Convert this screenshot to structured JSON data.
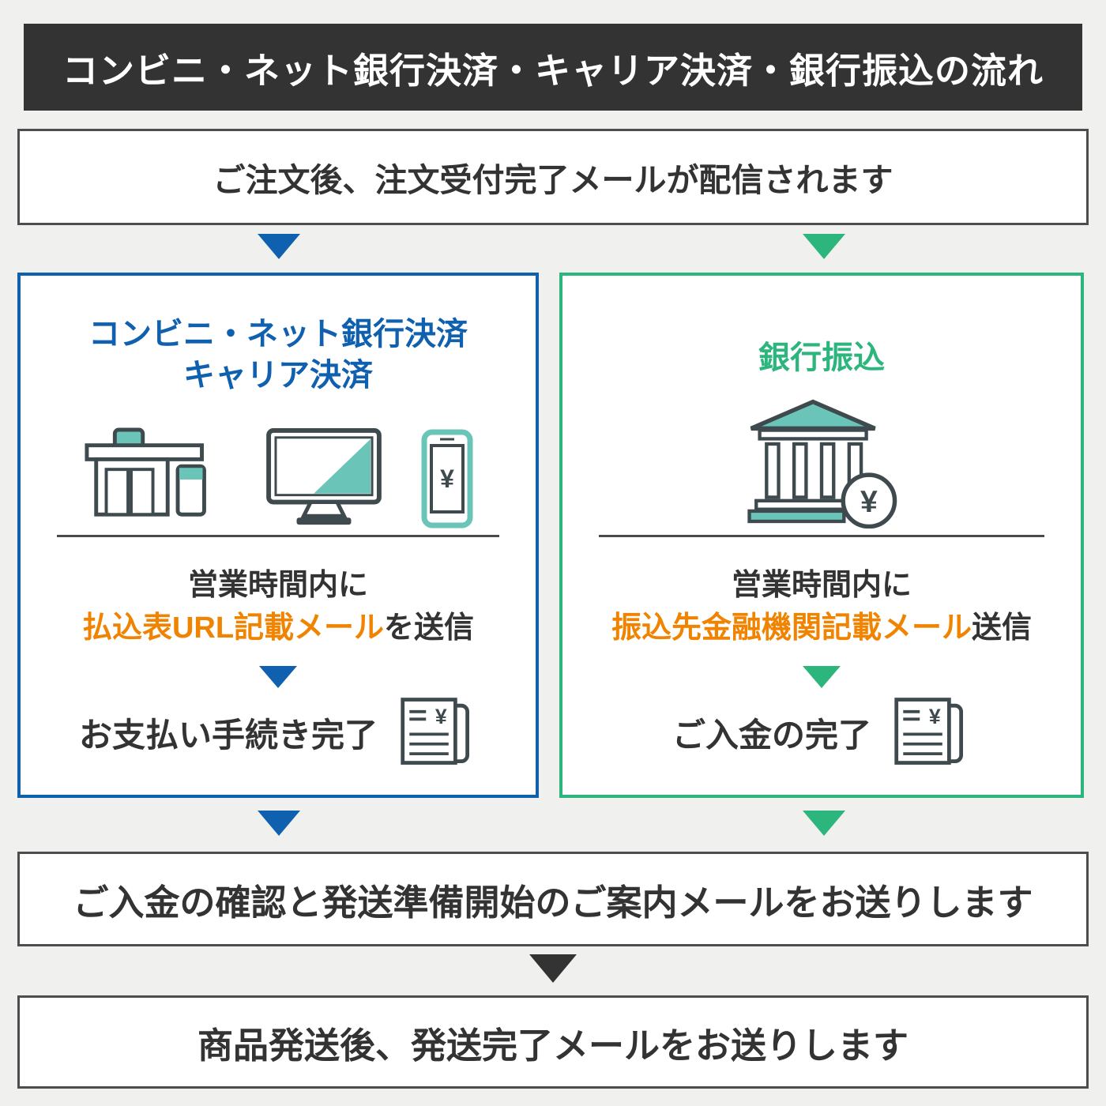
{
  "header": {
    "title": "コンビニ・ネット銀行決済・キャリア決済・銀行振込の流れ"
  },
  "flow": {
    "step_order": "ご注文後、注文受付完了メールが配信されます",
    "step_confirm": "ご入金の確認と発送準備開始のご案内メールをお送りします",
    "step_ship": "商品発送後、発送完了メールをお送りします"
  },
  "left": {
    "title_line1": "コンビニ・ネット銀行決済",
    "title_line2": "キャリア決済",
    "hours": "営業時間内に",
    "mail_highlight": "払込表URL記載メール",
    "mail_suffix": "を送信",
    "complete": "お支払い手続き完了"
  },
  "right": {
    "title": "銀行振込",
    "hours": "営業時間内に",
    "mail_highlight": "振込先金融機関記載メール",
    "mail_suffix": "送信",
    "complete": "ご入金の完了"
  },
  "icons": {
    "yen": "¥"
  },
  "colors": {
    "blue": "#1060b0",
    "green": "#2cb57c",
    "orange": "#f08300",
    "dark": "#333333",
    "teal": "#6ac5b8",
    "header_bg": "#333333",
    "page_bg": "#f0f0ee"
  }
}
